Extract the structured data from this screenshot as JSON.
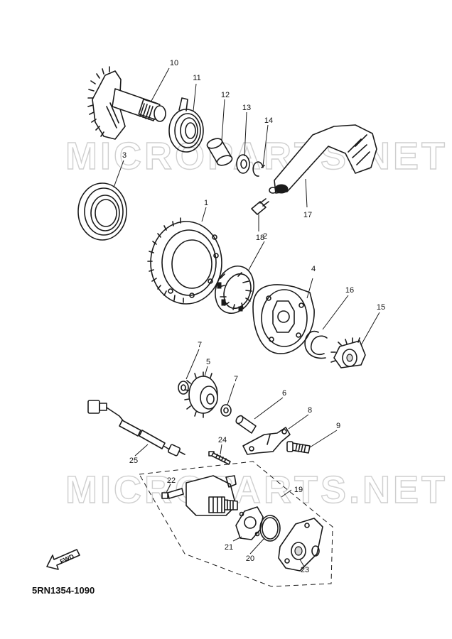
{
  "watermark": "MICROPARTS.NET",
  "part_number_code": "5RN1354-1090",
  "fwd_label": "FWD",
  "callouts": {
    "c1": "1",
    "c2": "2",
    "c3": "3",
    "c4": "4",
    "c5": "5",
    "c6": "6",
    "c7a": "7",
    "c7b": "7",
    "c8": "8",
    "c9": "9",
    "c10": "10",
    "c11": "11",
    "c12": "12",
    "c13": "13",
    "c14": "14",
    "c15": "15",
    "c16": "16",
    "c17": "17",
    "c18": "18",
    "c19": "19",
    "c20": "20",
    "c21": "21",
    "c22": "22",
    "c23": "23",
    "c24": "24",
    "c25": "25"
  },
  "colors": {
    "line": "#1a1a1a",
    "watermark": "#cfcfcf",
    "background": "#ffffff"
  }
}
